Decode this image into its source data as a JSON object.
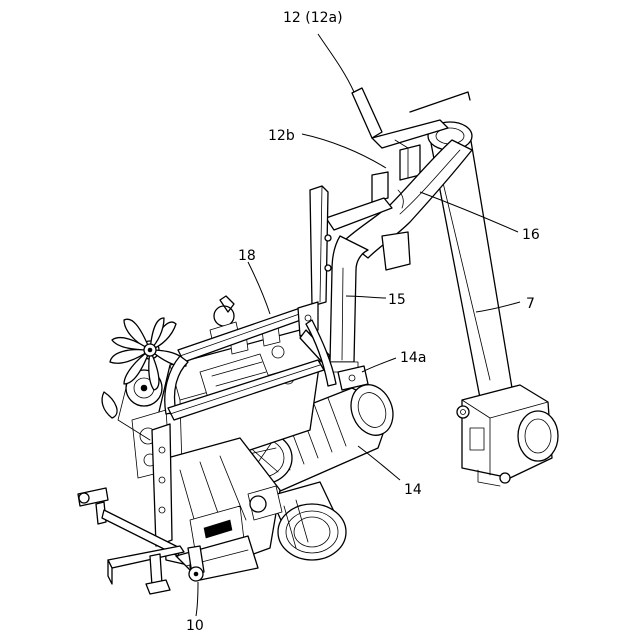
{
  "labels": {
    "l12": "12 (12a)",
    "l12b": "12b",
    "l16": "16",
    "l18": "18",
    "l15": "15",
    "l7": "7",
    "l14a": "14a",
    "l14": "14",
    "l10": "10"
  }
}
